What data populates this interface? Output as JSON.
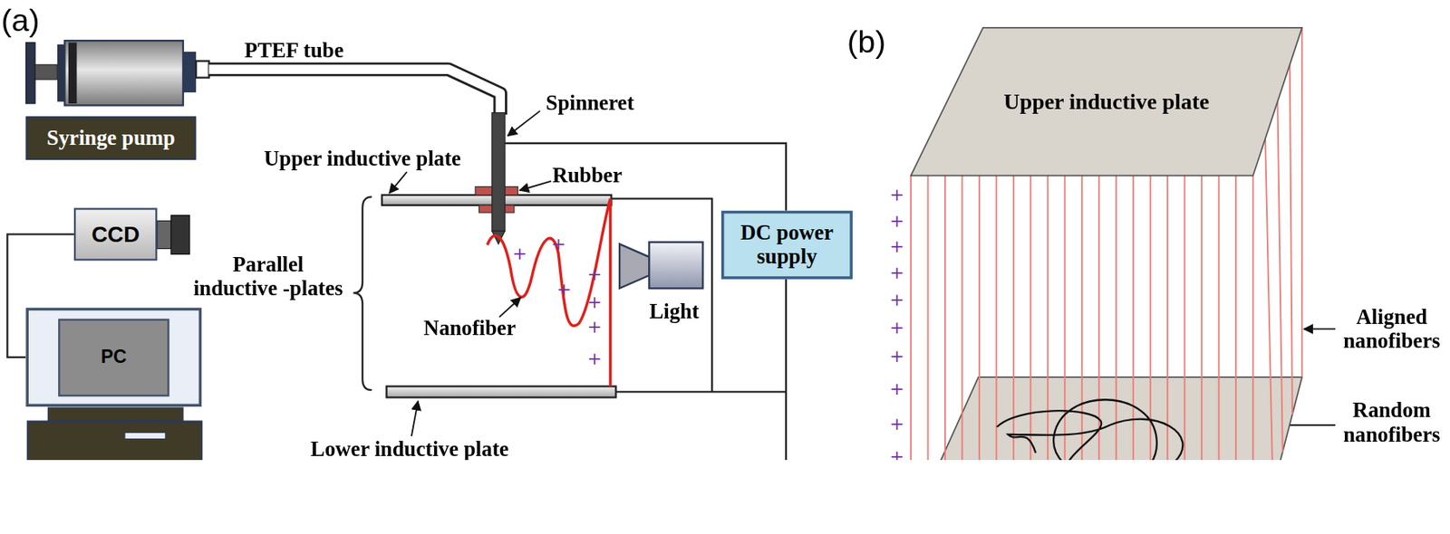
{
  "diagram": {
    "nodes": [
      {
        "text": [
          "Syringe pump"
        ]
      },
      {
        "text": [
          "CCD"
        ]
      },
      {
        "text": [
          "PC"
        ]
      },
      {
        "text": [
          "DC power supply"
        ]
      },
      {
        "text": [
          "Upper inductive plate"
        ]
      }
    ],
    "edges": [
      {
        "from": 1,
        "to": 2,
        "arrow": "none"
      }
    ],
    "labels": [
      "(a)",
      "PTEF tube",
      "Spinneret",
      "Upper inductive plate",
      "Rubber",
      "Parallel inductive -plates",
      "+",
      "+",
      "+",
      "+",
      "+",
      "+",
      "+",
      "Nanofiber",
      "Light",
      "Lower inductive plate",
      "(b)",
      "+",
      "+",
      "+",
      "+",
      "+",
      "+",
      "+",
      "+",
      "+",
      "+",
      "+",
      "Aligned nanofibers",
      "Random nanofibers",
      "Lower inductive plate"
    ]
  }
}
